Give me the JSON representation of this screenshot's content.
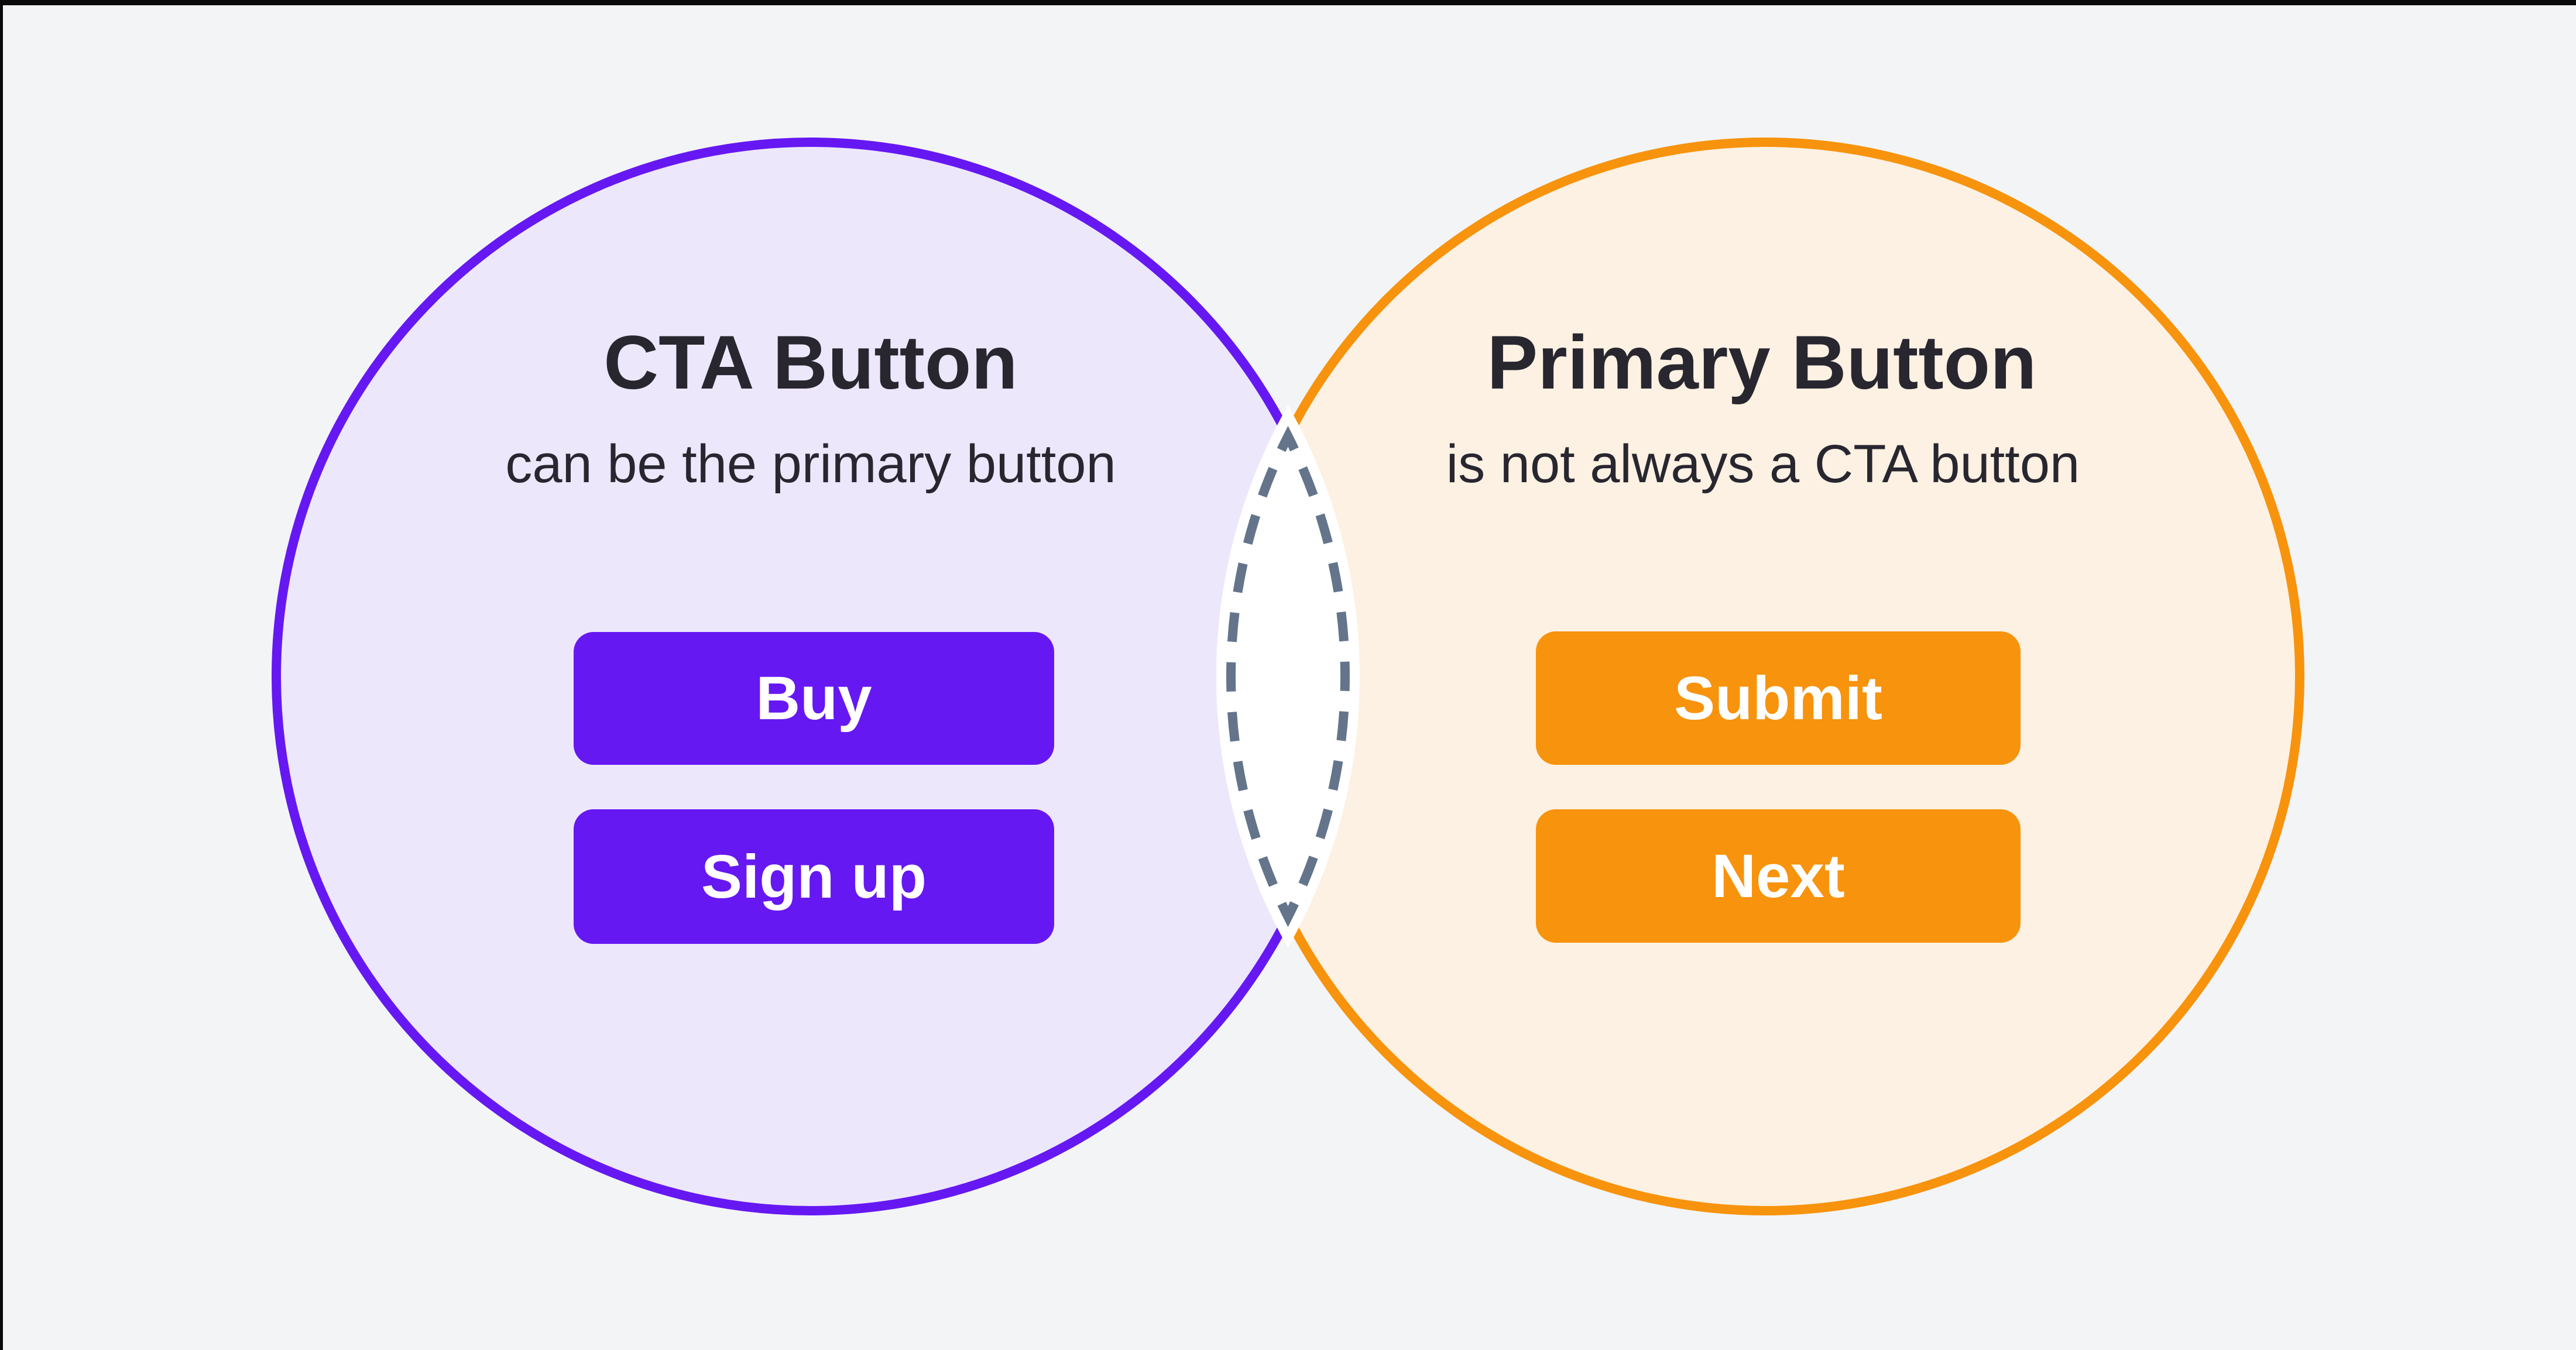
{
  "diagram": {
    "background": "#F3F4F6",
    "text_color": "#28262F",
    "intersection": {
      "fill": "#FFFFFF",
      "dash_color": "#64748B"
    },
    "left": {
      "title": "CTA Button",
      "subtitle": "can be the primary button",
      "circle_fill": "#EDE7FC",
      "circle_stroke": "#6618F2",
      "button_fill": "#6618F2",
      "button_text_color": "#FFFFFF",
      "buttons": [
        {
          "label": "Buy"
        },
        {
          "label": "Sign up"
        }
      ]
    },
    "right": {
      "title": "Primary Button",
      "subtitle": "is not always a CTA button",
      "circle_fill": "#FCF1E2",
      "circle_stroke": "#F7930D",
      "button_fill": "#F7930D",
      "button_text_color": "#FFFFFF",
      "buttons": [
        {
          "label": "Submit"
        },
        {
          "label": "Next"
        }
      ]
    }
  }
}
